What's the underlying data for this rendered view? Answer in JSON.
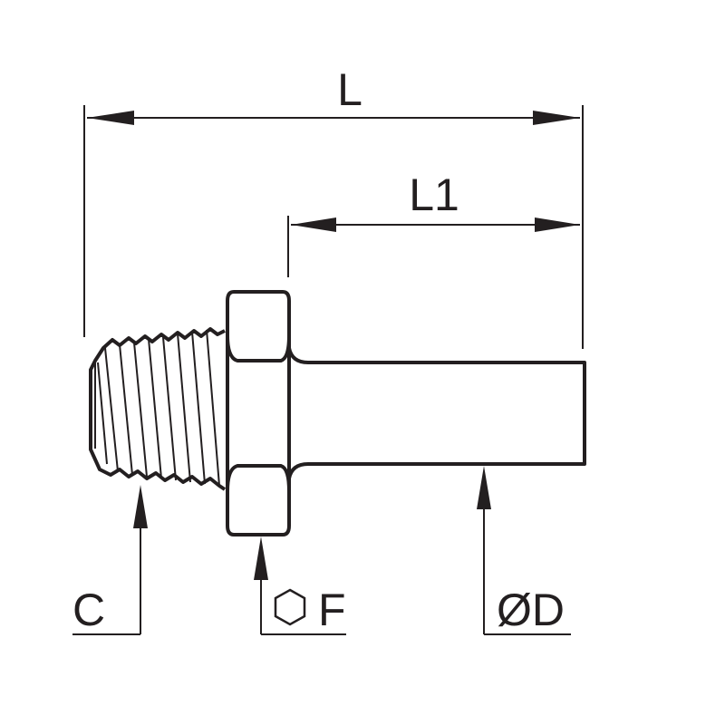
{
  "labels": {
    "overall_length": "L",
    "stem_length": "L1",
    "thread": "C",
    "hex_across_flats": "F",
    "tube_diameter": "ØD"
  },
  "colors": {
    "line": "#231f20",
    "background": "#ffffff"
  },
  "icons": {
    "hex_symbol": "hexagon-icon"
  }
}
